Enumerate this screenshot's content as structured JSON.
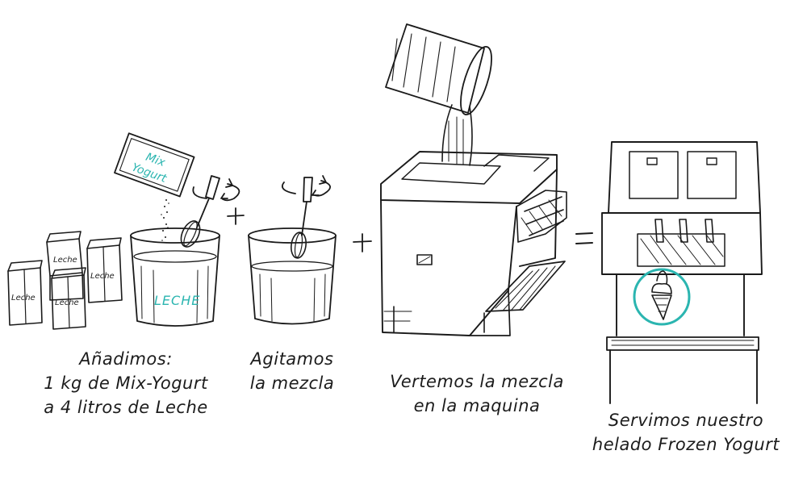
{
  "accent_color": "#2bb5b0",
  "ink_color": "#1a1a1a",
  "steps": [
    {
      "caption": [
        "Añadimos:",
        "1 kg de Mix-Yogurt",
        "a 4 litros de Leche"
      ],
      "carton_label": "Leche",
      "packet_label": [
        "Mix",
        "Yogurt"
      ],
      "bucket_label": "LECHE"
    },
    {
      "caption": [
        "Agitamos",
        "la mezcla"
      ]
    },
    {
      "caption": [
        "Vertemos la mezcla",
        "en la maquina"
      ]
    },
    {
      "caption": [
        "Servimos nuestro",
        "helado Frozen Yogurt"
      ]
    }
  ],
  "operators": [
    "+",
    "+",
    "="
  ],
  "icons": [
    "milk-carton-icon",
    "mix-packet-icon",
    "bucket-icon",
    "whisk-icon",
    "rotate-arrows-icon",
    "pour-bucket-icon",
    "yogurt-machine-icon",
    "frozen-yogurt-machine-icon",
    "ice-cream-cone-icon"
  ]
}
